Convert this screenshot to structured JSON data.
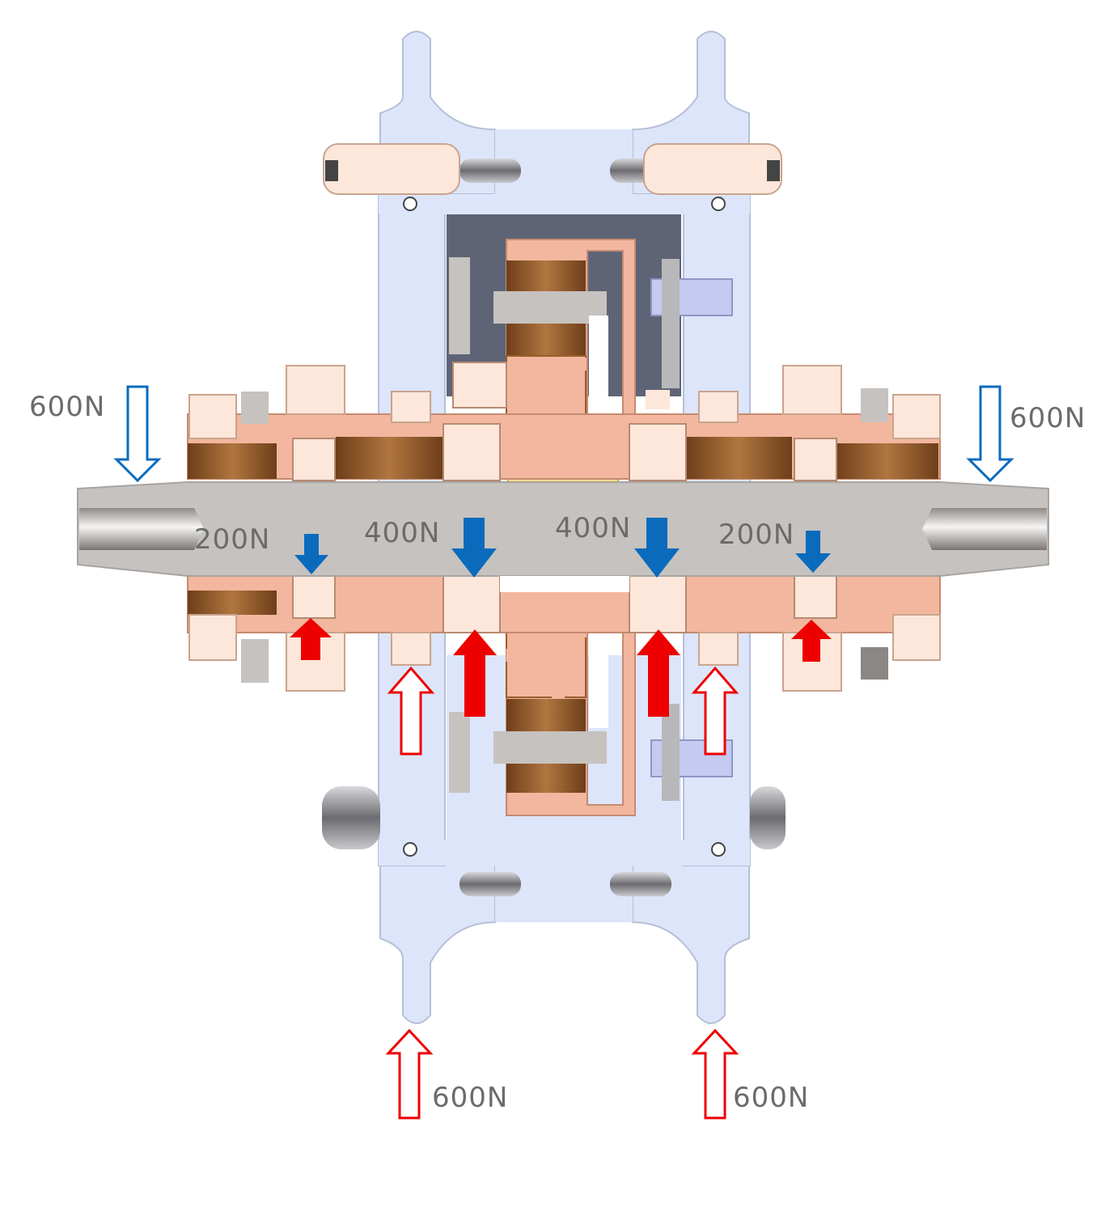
{
  "figure": {
    "labels": {
      "top_left_load": "600N",
      "top_right_load": "600N",
      "axle_load_1": "200N",
      "axle_load_2": "400N",
      "axle_load_3": "400N",
      "axle_load_4": "200N",
      "bottom_left_reaction": "600N",
      "bottom_right_reaction": "600N"
    },
    "colors": {
      "applied_force": "#0a6bbd",
      "reaction_force": "#ee0000",
      "hub_shell": "#dde5fa",
      "shell_shadow": "#9aa6c8",
      "axle": "#c6c2bf",
      "copper_part": "#f2b79e",
      "bearing": "#fde7da",
      "gear_brown": "#9a5d2b",
      "key": "#f9dc86",
      "dark_interior": "#5e6476"
    }
  }
}
